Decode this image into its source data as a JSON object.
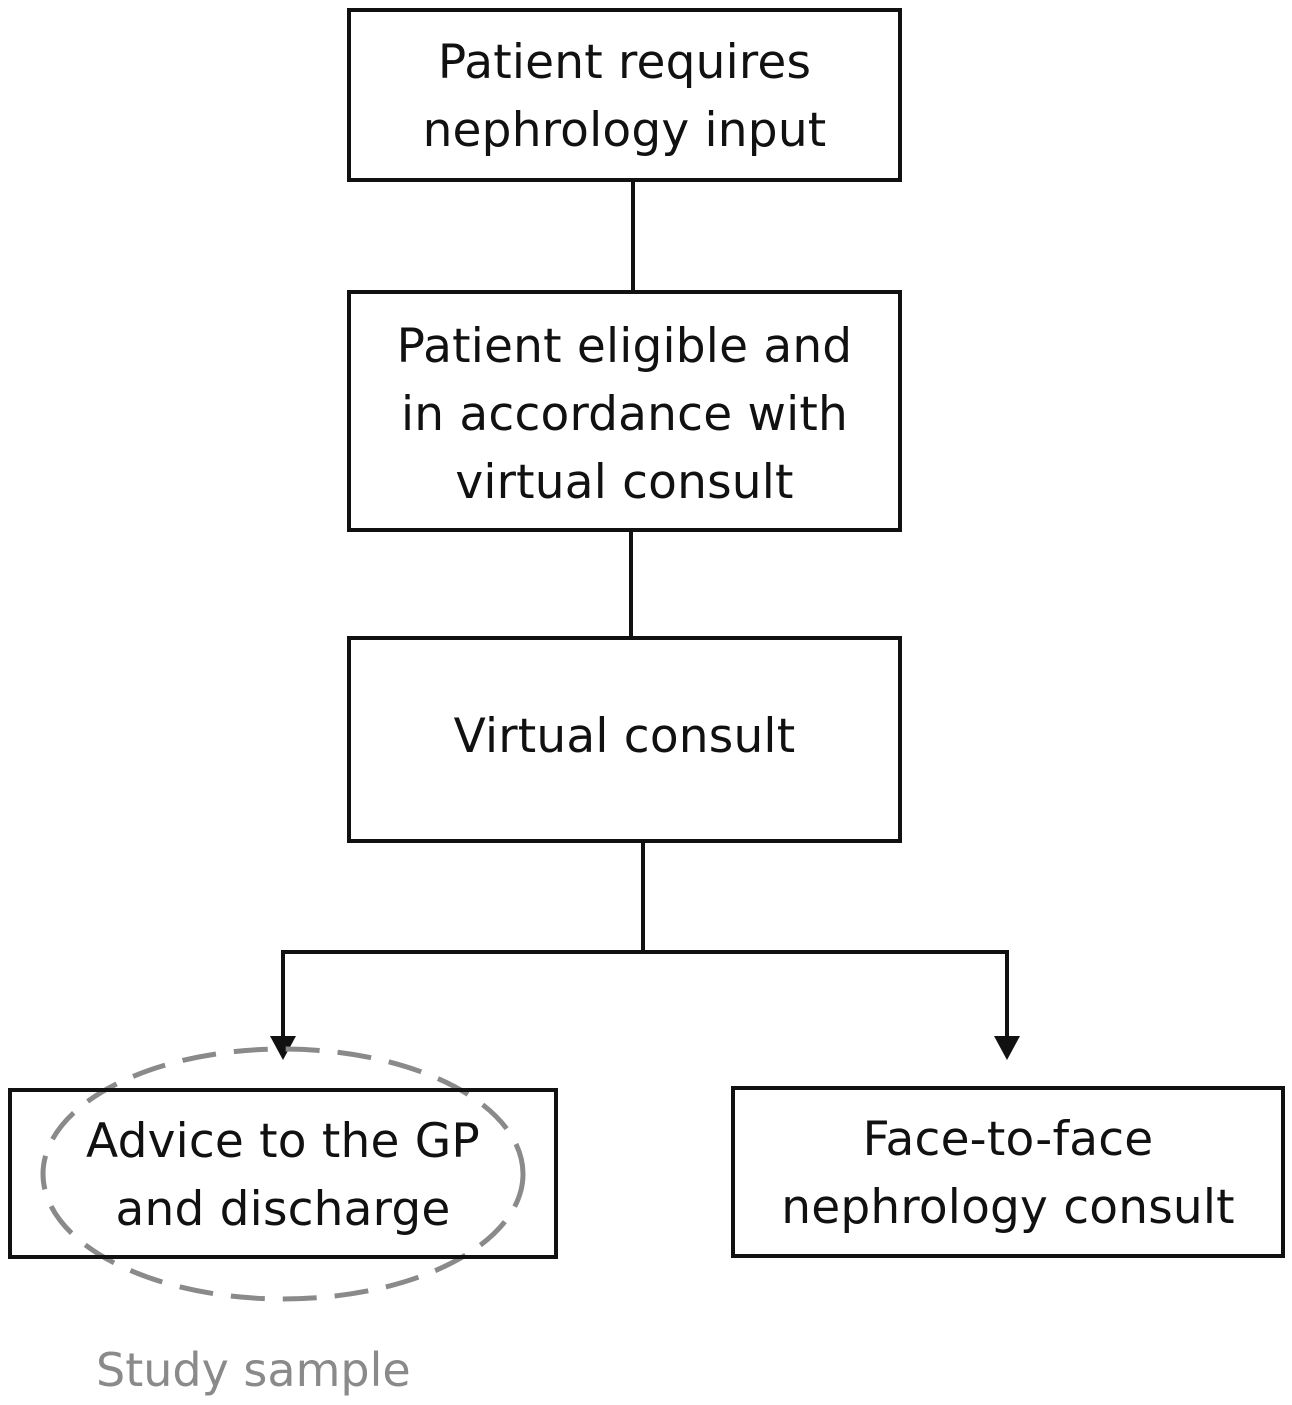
{
  "diagram": {
    "nodes": [
      {
        "id": "n1",
        "lines": [
          "Patient requires",
          "nephrology input"
        ]
      },
      {
        "id": "n2",
        "lines": [
          "Patient eligible and",
          "in accordance with",
          "virtual consult"
        ]
      },
      {
        "id": "n3",
        "lines": [
          "Virtual consult"
        ]
      },
      {
        "id": "n4",
        "lines": [
          "Advice to the GP",
          "and discharge"
        ]
      },
      {
        "id": "n5",
        "lines": [
          "Face-to-face",
          "nephrology consult"
        ]
      }
    ],
    "edges": [
      {
        "from": "n1",
        "to": "n2",
        "arrow": false
      },
      {
        "from": "n2",
        "to": "n3",
        "arrow": false
      },
      {
        "from": "n3",
        "to": "n4",
        "arrow": true
      },
      {
        "from": "n3",
        "to": "n5",
        "arrow": true
      }
    ],
    "highlight": {
      "target": "n4",
      "style": "dashed-ellipse",
      "color": "#8a8a8a",
      "label": "Study sample"
    }
  },
  "colors": {
    "line": "#111111",
    "highlight": "#8a8a8a",
    "background": "#ffffff"
  }
}
